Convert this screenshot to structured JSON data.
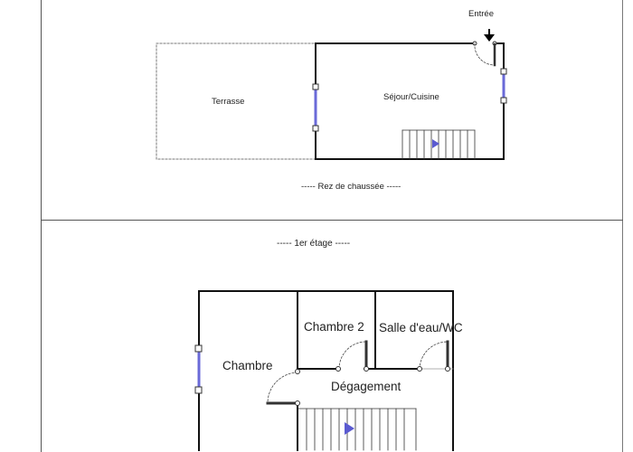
{
  "ground_floor": {
    "caption": "----- Rez de chaussée -----",
    "entry_label": "Entrée",
    "rooms": {
      "terrace": "Terrasse",
      "living": "Séjour/Cuisine"
    }
  },
  "first_floor": {
    "caption": "----- 1er étage -----",
    "rooms": {
      "bedroom": "Chambre",
      "bedroom2": "Chambre 2",
      "bathroom": "Salle d'eau/WC",
      "hallway": "Dégagement"
    }
  },
  "colors": {
    "wall": "#111111",
    "window": "#6a6ad8",
    "stair_arrow": "#5a5ad0"
  }
}
